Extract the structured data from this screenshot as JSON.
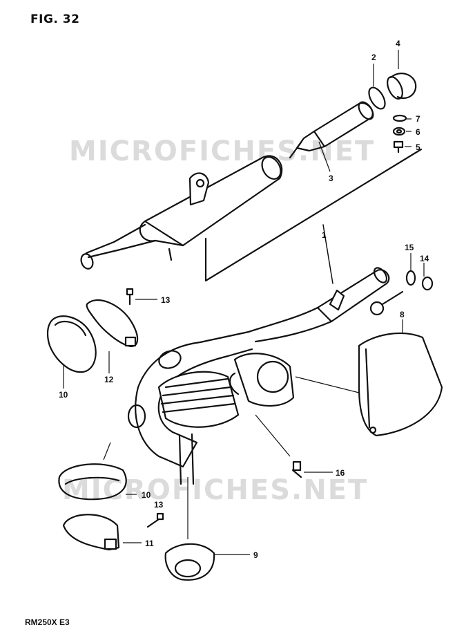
{
  "figure": {
    "title": "FIG. 32"
  },
  "footer": {
    "model_code": "RM250X E3"
  },
  "watermarks": [
    "MICROFICHES.NET",
    "MICROFICHES.NET"
  ],
  "callouts": [
    "1",
    "2",
    "3",
    "4",
    "5",
    "6",
    "7",
    "8",
    "9",
    "10",
    "10",
    "11",
    "12",
    "13",
    "13",
    "14",
    "15",
    "16"
  ]
}
